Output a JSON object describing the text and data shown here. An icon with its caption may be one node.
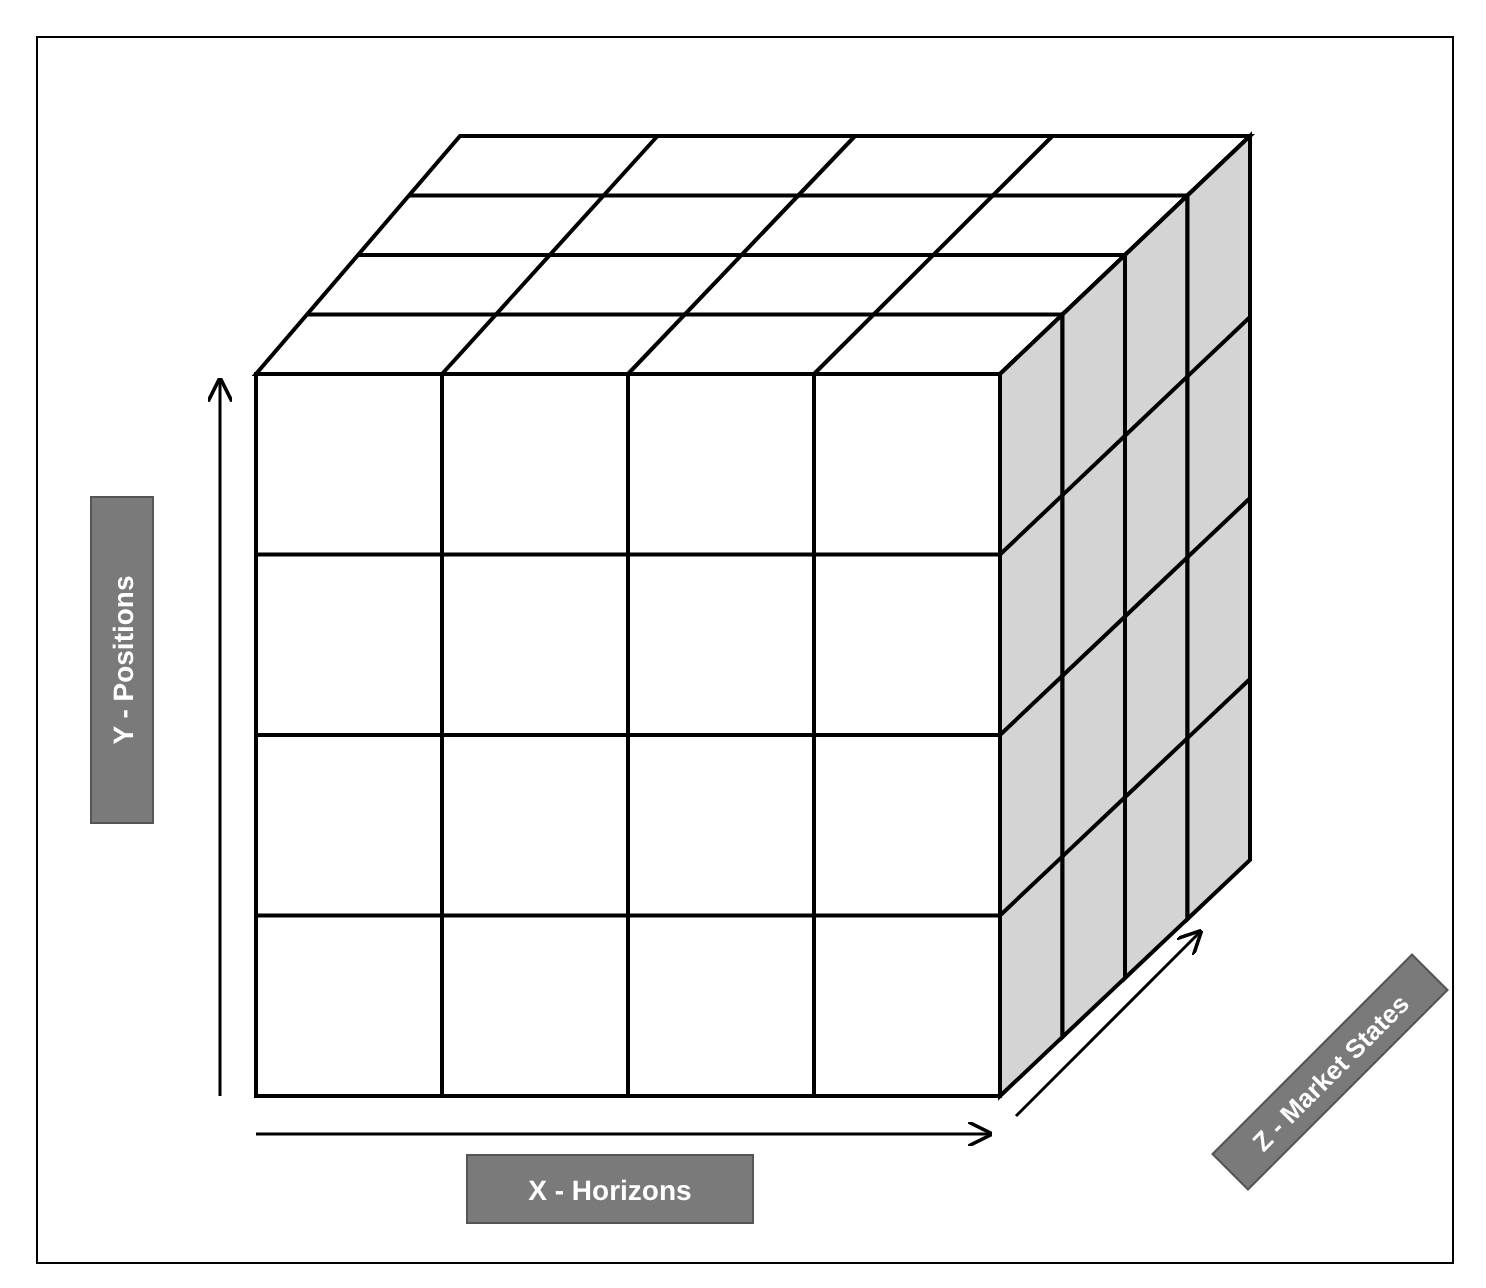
{
  "diagram": {
    "nodes": [
      {
        "text": [
          "Y - Positions"
        ]
      },
      {
        "text": [
          "X - Horizons"
        ]
      },
      {
        "text": [
          "Z - Market States"
        ]
      }
    ]
  }
}
